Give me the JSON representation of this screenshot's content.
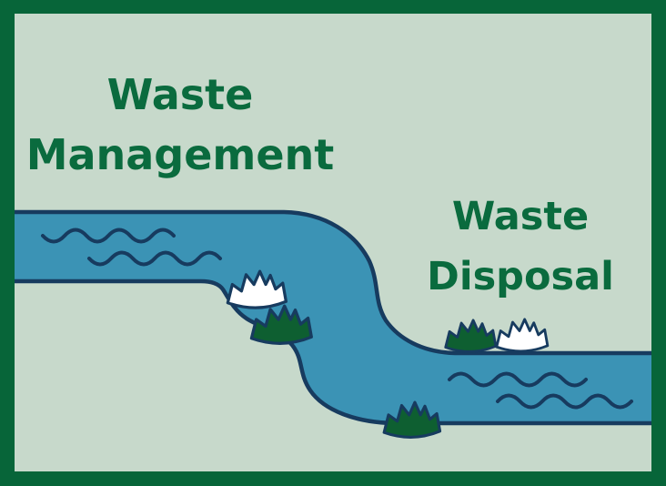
{
  "artwork": {
    "left_label": {
      "line1": "Waste",
      "line2": "Management"
    },
    "right_label": {
      "line1": "Waste",
      "line2": "Disposal"
    }
  },
  "colors": {
    "frame_green": "#076539",
    "background_green": "#C7D9CB",
    "text_green": "#0A6B3E",
    "river_blue": "#3B93B5",
    "outline_navy": "#173B5F",
    "grass_green": "#0E5F31",
    "lily_white": "#FFFFFF"
  },
  "decorations": {
    "river": "s-curve river stream",
    "wave_count": 4,
    "lily_count": 2,
    "grass_count": 3
  }
}
